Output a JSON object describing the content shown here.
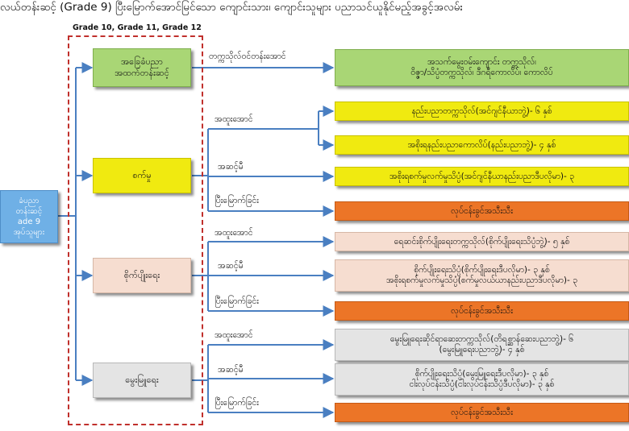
{
  "title": "လယ်တန်းဆင့် (Grade 9) ပြီးမြောက်အောင်မြင်သော ကျောင်းသား၊ ကျောင်းသူများ ပညာသင်ယူနိုင်မည့်အခွင့်အလမ်း",
  "grades_label": "Grade 10, Grade 11, Grade 12",
  "source_box": "ခံပညာ\nတန်းဆင့်\nade 9\nအုပ်သူများ",
  "tracks": {
    "basic": "အခြေခံပညာ\nအထက်တန်းဆင့်",
    "industry": "စက်မှု",
    "agriculture": "စိုက်ပျိုးရေး",
    "livestock": "မွေးမြူရေး"
  },
  "connector_labels": {
    "basic_out": "တက္ကသိုလ်ဝင်တန်းအောင်",
    "ind_high": "အထူးအောင်",
    "ind_pass": "အဆင့်မီ",
    "ind_complete": "ပြီးမြောက်ခြင်း",
    "agr_high": "အထူးအောင်",
    "agr_pass": "အဆင့်မီ",
    "agr_complete": "ပြီးမြောက်ခြင်း",
    "liv_high": "အထူးအောင်",
    "liv_pass": "အဆင့်မီ",
    "liv_complete": "ပြီးမြောက်ခြင်း"
  },
  "outcomes": {
    "basic": "အသက်မွေးဝမ်းကျောင်း တက္ကသိုလ်၊\nဝိဇ္ဇာ/သိပ္ပံတက္ကသိုလ်၊ ဒီဂရီကောလိပ်၊ ကောလိပ်",
    "ind_1": "နည်းပညာတက္ကသိုလ်(အင်ဂျင်နီယာဘွဲ့)- ၆ နှစ်",
    "ind_2": "အစိုးရနည်းပညာကောလိပ်(နည်းပညာဘွဲ့)- ၄ နှစ်",
    "ind_3": "အစိုးရစက်မှုလက်မှုသိပ္ပံ(အင်ဂျင်နီယာနည်းပညာဒီပလိုမာ)- ၃",
    "ind_work": "လုပ်ငန်းခွင်အသီးသီး",
    "agr_1": "ရေဆင်းစိုက်ပျိုးရေးတက္ကသိုလ်(စိုက်ပျိုးရေးသိပ္ပံဘွဲ့)- ၅ နှစ်",
    "agr_2": "စိုက်ပျိုးရေးသိပ္ပံ(စိုက်ပျိုးရေးဒီပလိုမာ)- ၃ နှစ်\nအစိုးရစက်မှုလက်မှုသိပ္ပံ(စက်မှုလယ်ယာနည်းပညာဒီပလိုမာ)- ၃",
    "agr_work": "လုပ်ငန်းခွင်အသီးသီး",
    "liv_1": "မွေးမြူရေးဆိုင်ရာဆေးတက္ကသိုလ်(တိရစ္ဆာန်ဆေးပညာဘွဲ့)- ၆\n(မွေးမြူရေးပညာဘွဲ့)- ၄ နှစ်",
    "liv_2": "စိုက်ပျိုးရေးသိပ္ပံ(မွေးမြူရေးဒီပလိုမာ)- ၃ နှစ်\nငါးလုပ်ငန်းသိပ္ပံ(ငါးလုပ်ငန်းသိပ္ပံဒီပလိုမာ)- ၃ နှစ်",
    "liv_work": "လုပ်ငန်းခွင်အသီးသီး"
  },
  "colors": {
    "connector": "#4a7fc1",
    "dashed_border": "#c0302c",
    "green": "#a9d675",
    "yellow": "#f0ea10",
    "pink": "#f6ddd0",
    "grey": "#e4e4e4",
    "orange": "#ec7527",
    "blue": "#6fb0e6"
  }
}
